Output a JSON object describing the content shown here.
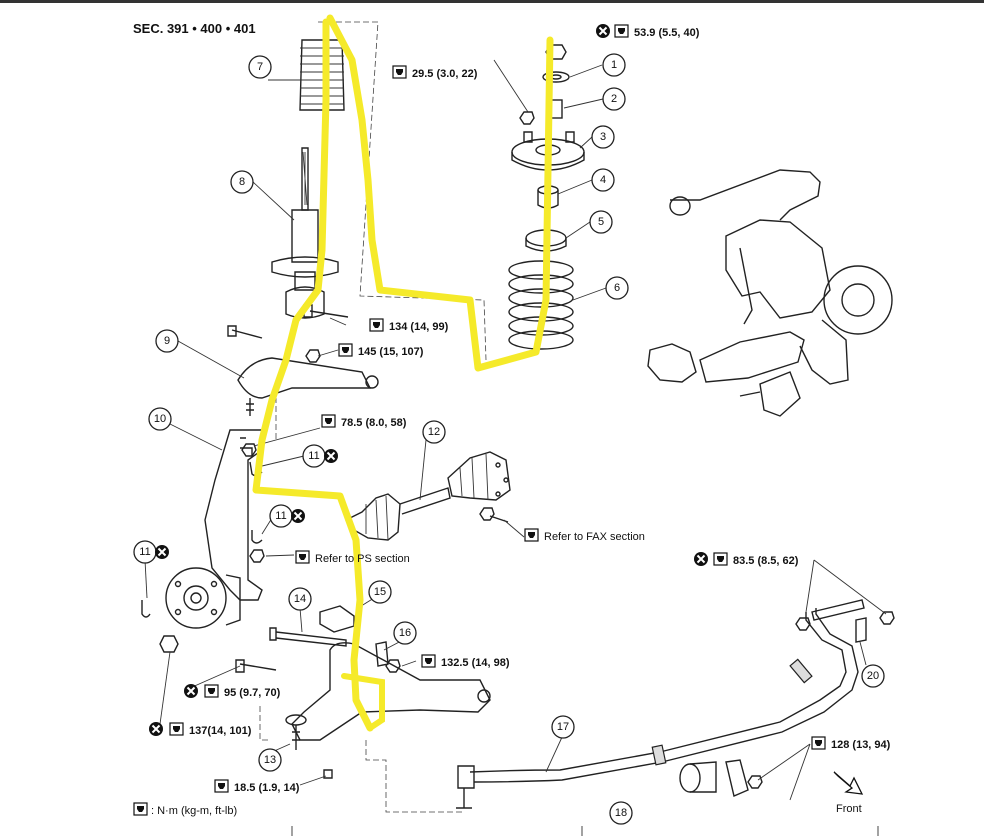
{
  "header": {
    "section": "SEC. 391 • 400 • 401"
  },
  "callouts": [
    {
      "n": "1"
    },
    {
      "n": "2"
    },
    {
      "n": "3"
    },
    {
      "n": "4"
    },
    {
      "n": "5"
    },
    {
      "n": "6"
    },
    {
      "n": "7"
    },
    {
      "n": "8"
    },
    {
      "n": "9"
    },
    {
      "n": "10"
    },
    {
      "n": "11"
    },
    {
      "n": "11"
    },
    {
      "n": "11"
    },
    {
      "n": "12"
    },
    {
      "n": "13"
    },
    {
      "n": "14"
    },
    {
      "n": "15"
    },
    {
      "n": "16"
    },
    {
      "n": "17"
    },
    {
      "n": "18"
    },
    {
      "n": "20"
    }
  ],
  "torques": [
    {
      "value": "53.9 (5.5, 40)",
      "replace": true
    },
    {
      "value": "29.5 (3.0, 22)",
      "replace": false
    },
    {
      "value": "134 (14, 99)",
      "replace": false
    },
    {
      "value": "145 (15, 107)",
      "replace": false
    },
    {
      "value": "78.5 (8.0, 58)",
      "replace": false
    },
    {
      "value": "83.5 (8.5, 62)",
      "replace": true
    },
    {
      "value": "132.5 (14, 98)",
      "replace": false
    },
    {
      "value": "95 (9.7, 70)",
      "replace": true
    },
    {
      "value": "137(14, 101)",
      "replace": true
    },
    {
      "value": "18.5 (1.9, 14)",
      "replace": false
    },
    {
      "value": "128 (13, 94)",
      "replace": false
    }
  ],
  "refs": {
    "ps": "Refer to PS section",
    "fax": "Refer to FAX section"
  },
  "legend": {
    "units": ": N·m (kg-m, ft-lb)"
  },
  "front": {
    "label": "Front"
  },
  "colors": {
    "highlight": "#f5ea2a",
    "ink": "#222222"
  }
}
